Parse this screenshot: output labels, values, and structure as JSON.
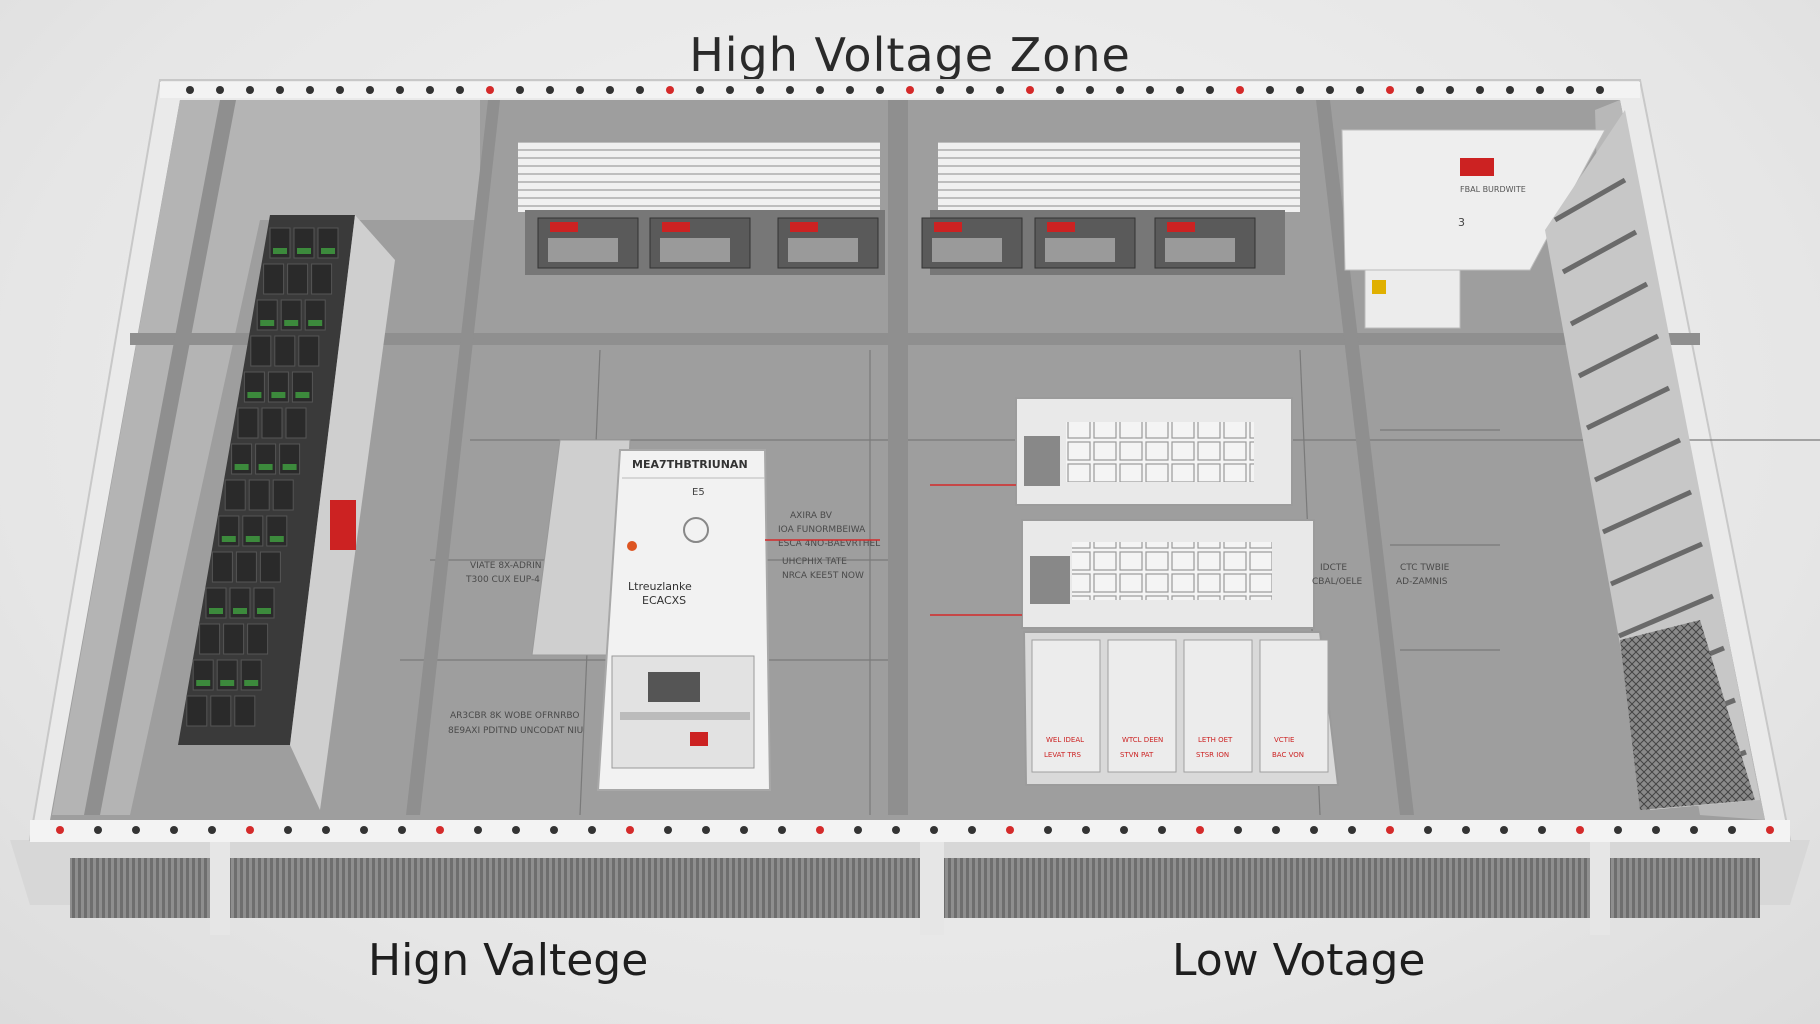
{
  "diagram": {
    "title": "High Voltage Zone",
    "left_label": "Hign Valtege",
    "right_label": "Low Votage",
    "cabinet": {
      "header": "MEA7THBTRIUNAN",
      "code": "E5",
      "name_line1": "Ltreuzlanke",
      "name_line2": "ECACXS"
    },
    "notes": {
      "left_1": "VIATE 8X-ADRIN",
      "left_2": "T300 CUX EUP-4",
      "cabinet_lower_1": "AR3CBR 8K WOBE OFRNRBO",
      "cabinet_lower_2": "8E9AXI PDITND UNCODAT NIU",
      "cabinet_side_1": "AXIRA BV",
      "cabinet_side_2": "IOA FUNORMBEIWA",
      "cabinet_side_3": "ESCA 4NO-BAEVRTHEL",
      "cabinet_side_4": "UHCPHIX TATE",
      "cabinet_side_5": "NRCA KEE5T NOW",
      "right_1": "CTC TWBIE",
      "right_2": "AD-ZAMNIS",
      "rack_1": "IDCTE",
      "rack_2": "CBAL/OELE",
      "panel_sign": "FBAL BURDWITE",
      "panel_num": "3"
    },
    "modules": [
      {
        "top": "WEL IDEAL",
        "bottom": "LEVAT TRS"
      },
      {
        "top": "WTCL DEEN",
        "bottom": "STVN PAT"
      },
      {
        "top": "LETH OET",
        "bottom": "STSR ION"
      },
      {
        "top": "VCTIE",
        "bottom": "BAC VON"
      }
    ],
    "colors": {
      "accent": "#d42a2a",
      "frame": "#e9e9e9",
      "floor": "#9c9c9c"
    }
  }
}
